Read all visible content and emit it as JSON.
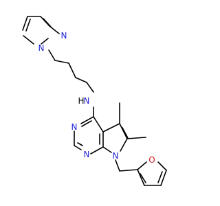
{
  "molecule": {
    "atom_labels": {
      "imid_n1": "N",
      "imid_n3": "N",
      "amine_n": "N",
      "amine_h": "H",
      "pyr_n1": "N",
      "pyr_n3": "N",
      "pyrrole_n": "N",
      "furan_o": "O"
    },
    "colors": {
      "bond": "#000000",
      "nitrogen": "#1f1fd6",
      "oxygen": "#d41e1e",
      "background": "#ffffff"
    }
  }
}
